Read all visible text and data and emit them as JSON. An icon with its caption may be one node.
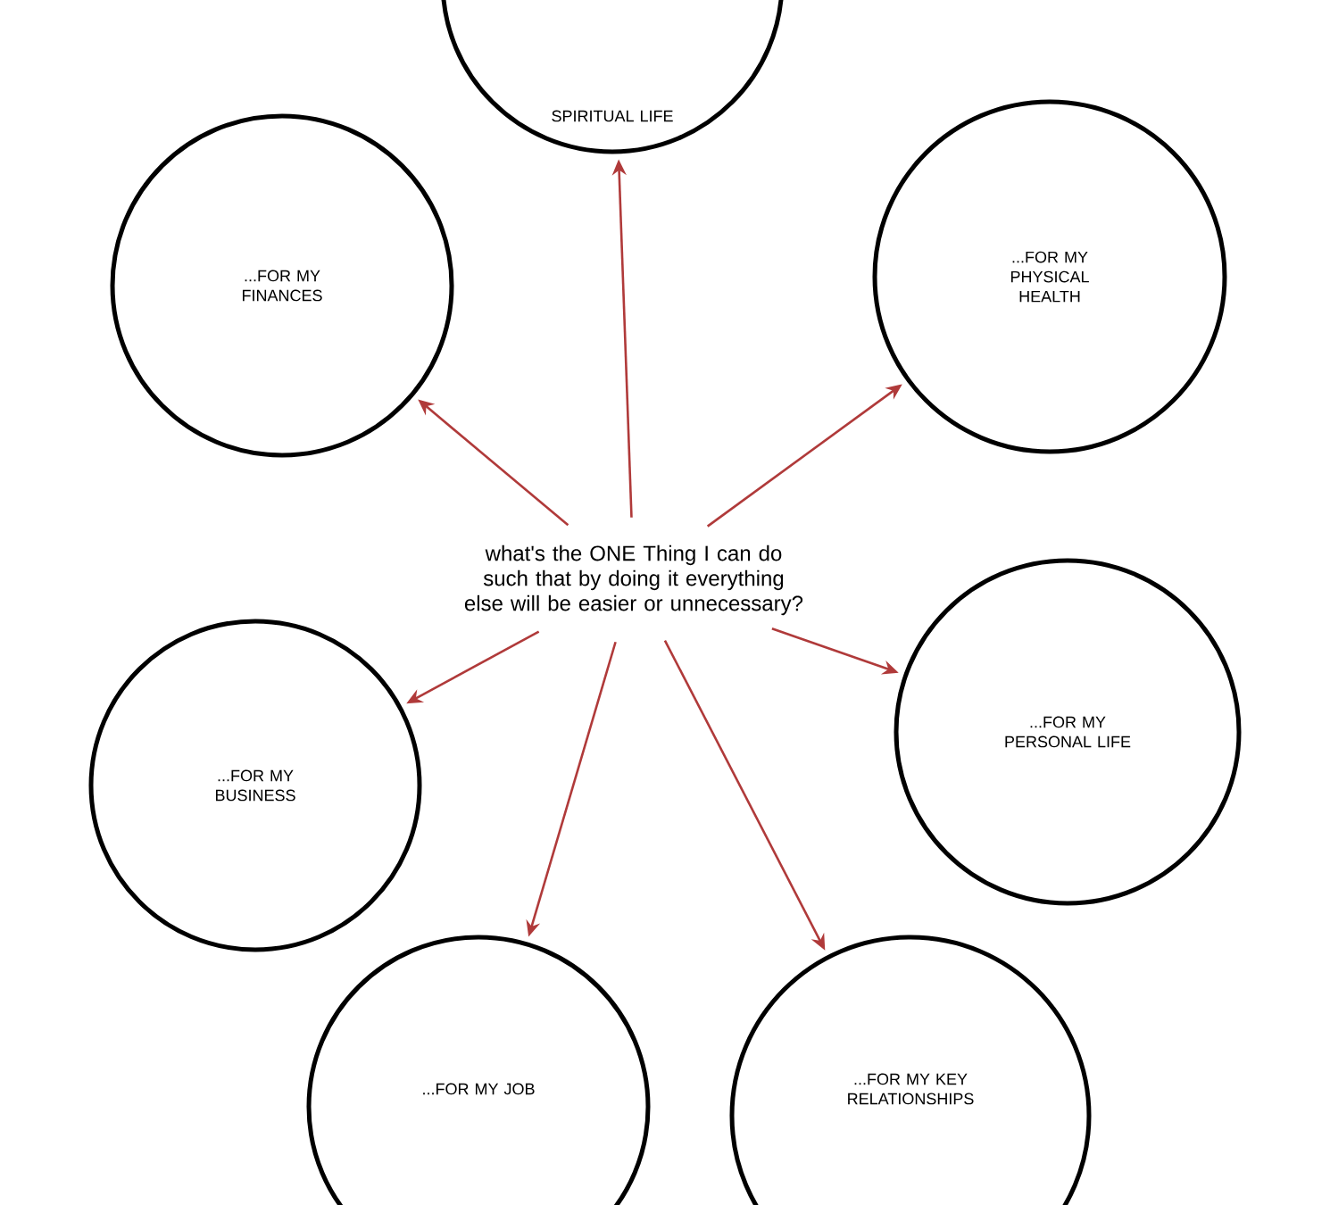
{
  "diagram": {
    "nodes": [
      {
        "text": [
          "what's the ONE Thing I can do such that by doing it everything else will be easier or unnecessary?"
        ]
      },
      {
        "text": [
          "SPIRITUAL LIFE"
        ]
      },
      {
        "text": [
          "...FOR MY FINANCES"
        ]
      },
      {
        "text": [
          "...FOR MY PHYSICAL HEALTH"
        ]
      },
      {
        "text": [
          "...FOR MY BUSINESS"
        ]
      },
      {
        "text": [
          "...FOR MY PERSONAL LIFE"
        ]
      },
      {
        "text": [
          "...FOR MY JOB"
        ]
      },
      {
        "text": [
          "...FOR MY KEY RELATIONSHIPS"
        ]
      }
    ],
    "edges": [
      {
        "from": 0,
        "to": 1,
        "arrow": "to"
      },
      {
        "from": 0,
        "to": 2,
        "arrow": "to"
      },
      {
        "from": 0,
        "to": 3,
        "arrow": "to"
      },
      {
        "from": 0,
        "to": 4,
        "arrow": "to"
      },
      {
        "from": 0,
        "to": 5,
        "arrow": "to"
      },
      {
        "from": 0,
        "to": 6,
        "arrow": "to"
      },
      {
        "from": 0,
        "to": 7,
        "arrow": "to"
      }
    ]
  }
}
